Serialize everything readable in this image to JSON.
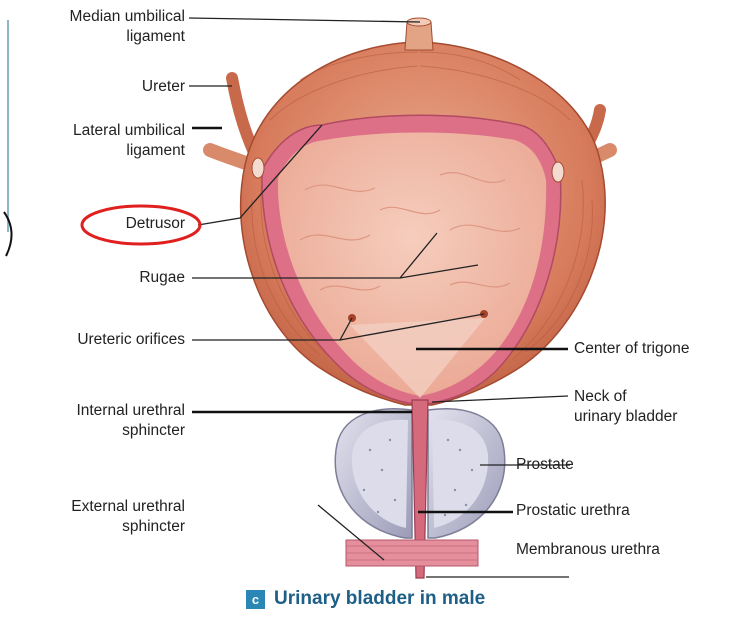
{
  "colors": {
    "muscle": "#d77b5c",
    "muscle_light": "#eaa98c",
    "mucosa": "#f1b6a2",
    "wall_layer": "#d9667e",
    "prostate": "#bcbcd2",
    "highlight_circle": "#e0201f",
    "caption": "#1d5f86",
    "badge": "#2a86b4"
  },
  "labels": {
    "median_umbilical_1": "Median umbilical",
    "median_umbilical_2": "ligament",
    "ureter": "Ureter",
    "lateral_umbilical_1": "Lateral umbilical",
    "lateral_umbilical_2": "ligament",
    "detrusor": "Detrusor",
    "rugae": "Rugae",
    "ureteric_orifices": "Ureteric orifices",
    "internal_urethral_1": "Internal urethral",
    "internal_urethral_2": "sphincter",
    "external_urethral_1": "External urethral",
    "external_urethral_2": "sphincter",
    "center_of_trigone": "Center of trigone",
    "neck_1": "Neck of",
    "neck_2": "urinary bladder",
    "prostate": "Prostate",
    "prostatic_urethra": "Prostatic urethra",
    "membranous_urethra": "Membranous urethra"
  },
  "caption": {
    "badge": "c",
    "title": "Urinary bladder in male"
  }
}
